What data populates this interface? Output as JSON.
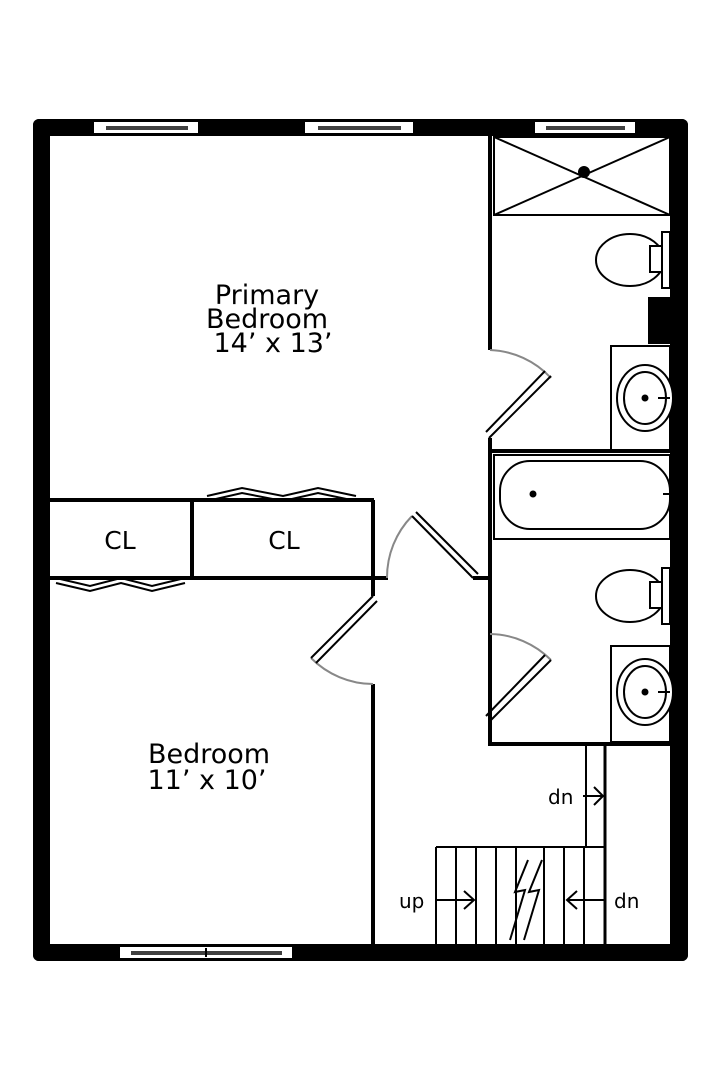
{
  "plan": {
    "primary_bedroom": {
      "name_line1": "Primary",
      "name_line2": "Bedroom",
      "size": "14’ x 13’"
    },
    "bedroom": {
      "name": "Bedroom",
      "size": "11’ x 10’"
    },
    "closets": [
      "CL",
      "CL"
    ],
    "stairs": {
      "up": "up",
      "dn_side": "dn",
      "dn_bottom": "dn"
    }
  }
}
